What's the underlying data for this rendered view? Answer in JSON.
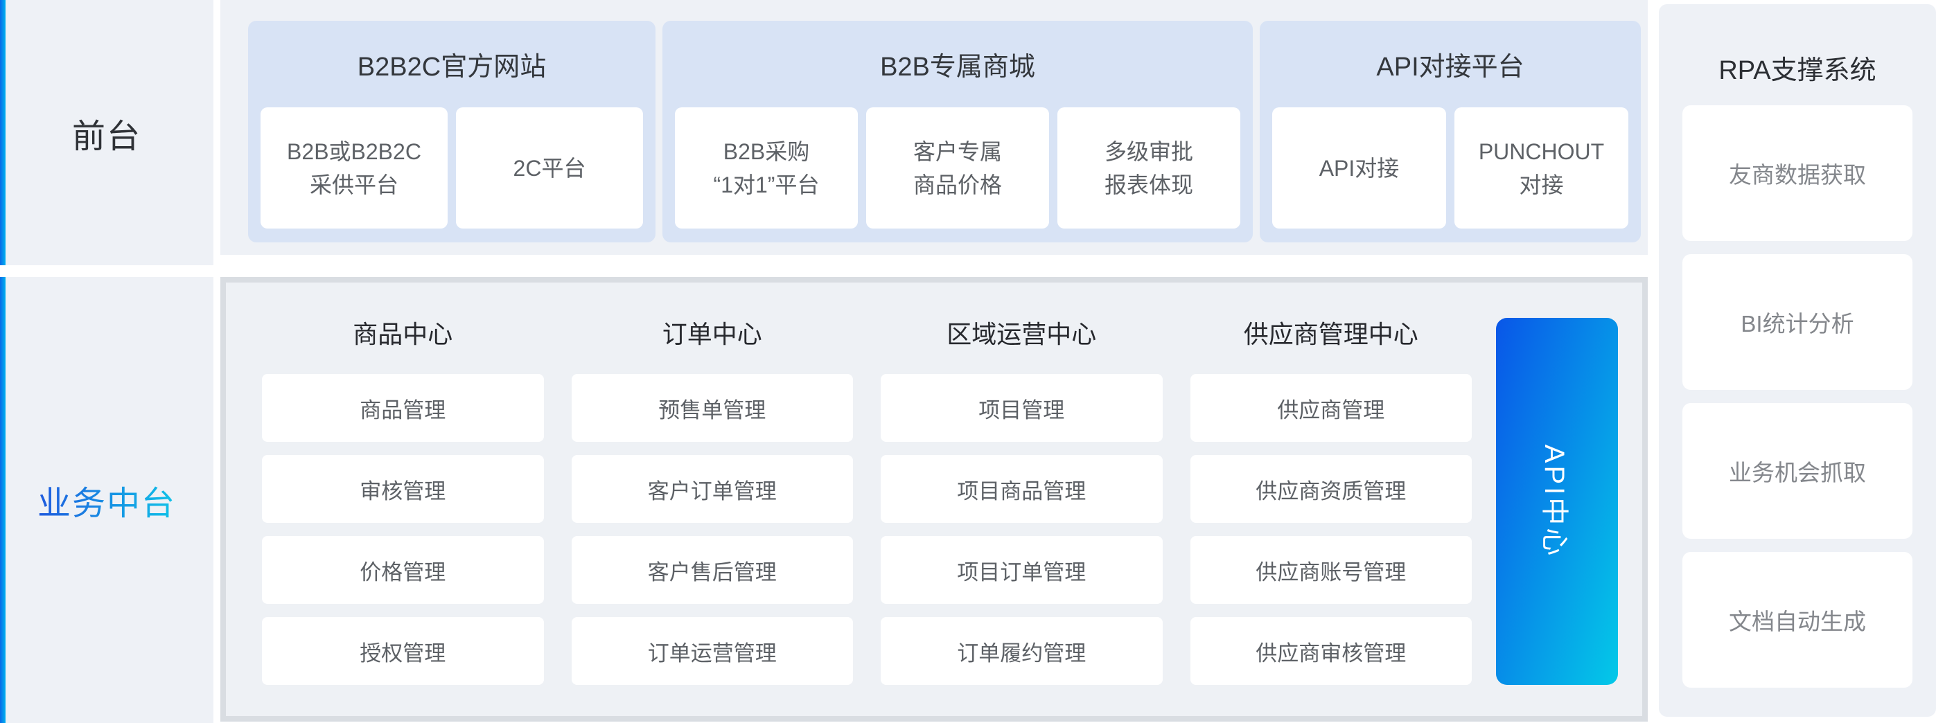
{
  "front_stage": {
    "label": "前台"
  },
  "middle_stage": {
    "label": "业务中台"
  },
  "top_groups": [
    {
      "title": "B2B2C官方网站",
      "cards": [
        "B2B或B2B2C\n采供平台",
        "2C平台"
      ]
    },
    {
      "title": "B2B专属商城",
      "cards": [
        "B2B采购\n“1对1”平台",
        "客户专属\n商品价格",
        "多级审批\n报表体现"
      ]
    },
    {
      "title": "API对接平台",
      "cards": [
        "API对接",
        "PUNCHOUT\n对接"
      ]
    }
  ],
  "middle_columns": [
    {
      "title": "商品中心",
      "cards": [
        "商品管理",
        "审核管理",
        "价格管理",
        "授权管理"
      ]
    },
    {
      "title": "订单中心",
      "cards": [
        "预售单管理",
        "客户订单管理",
        "客户售后管理",
        "订单运营管理"
      ]
    },
    {
      "title": "区域运营中心",
      "cards": [
        "项目管理",
        "项目商品管理",
        "项目订单管理",
        "订单履约管理"
      ]
    },
    {
      "title": "供应商管理中心",
      "cards": [
        "供应商管理",
        "供应商资质管理",
        "供应商账号管理",
        "供应商审核管理"
      ]
    }
  ],
  "api_center": {
    "label": "API中心"
  },
  "rpa": {
    "title": "RPA支撑系统",
    "cards": [
      "友商数据获取",
      "BI统计分析",
      "业务机会抓取",
      "文档自动生成"
    ]
  },
  "colors": {
    "accent_gradient_start": "#0a6ae8",
    "accent_gradient_end": "#00b2f0",
    "panel_bg": "#eef1f6",
    "group_bg": "#d8e3f5",
    "card_bg": "#ffffff",
    "container_border": "#d9dde2",
    "api_gradient_start": "#0956e8",
    "api_gradient_end": "#04c9e8",
    "middle_label_gradient_start": "#1f5ade",
    "middle_label_gradient_end": "#0fc3e8"
  }
}
